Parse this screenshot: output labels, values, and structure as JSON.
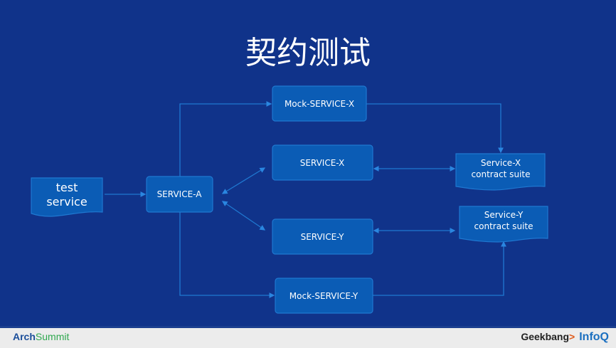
{
  "title": "契约测试",
  "nodes": {
    "test_service": [
      "test",
      "service"
    ],
    "service_a": "SERVICE-A",
    "mock_service_x": "Mock-SERVICE-X",
    "service_x": "SERVICE-X",
    "service_y": "SERVICE-Y",
    "mock_service_y": "Mock-SERVICE-Y",
    "service_x_suite": [
      "Service-X",
      "contract suite"
    ],
    "service_y_suite": [
      "Service-Y",
      "contract suite"
    ]
  },
  "footer": {
    "left_logo_a": "Arch",
    "left_logo_b": "Summit",
    "right_logo_a": "Geekbang",
    "right_logo_b": "InfoQ"
  },
  "colors": {
    "background": "#10338a",
    "box": "#0b5cb5",
    "line": "#1f78d1"
  }
}
